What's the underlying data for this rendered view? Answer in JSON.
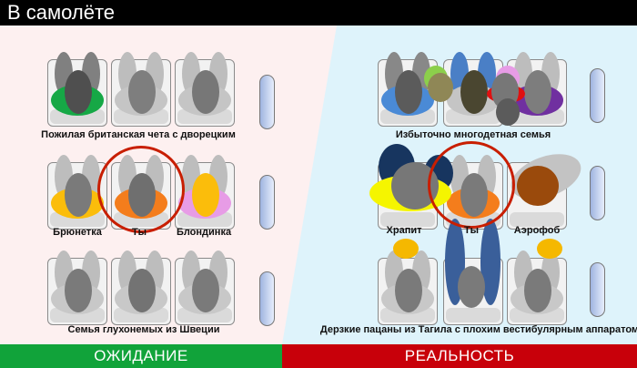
{
  "title": "В самолёте",
  "footer": {
    "expectation": "ОЖИДАНИЕ",
    "reality": "РЕАЛЬНОСТЬ"
  },
  "expectation": {
    "row1_label": "Пожилая британская чета с дворецким",
    "row2_labels": [
      "Брюнетка",
      "Ты",
      "Блондинка"
    ],
    "row3_label": "Семья глухонемых из Швеции"
  },
  "reality": {
    "row1_label": "Избыточно многодетная семья",
    "row2_labels": [
      "Храпит",
      "Ты",
      "Аэрофоб"
    ],
    "row3_label": "Дерзкие пацаны из Тагила с плохим вестибулярным аппаратом"
  },
  "colors": {
    "highlight": "#c81e00",
    "expectation_bar": "#11a33a",
    "reality_bar": "#c8000a"
  }
}
